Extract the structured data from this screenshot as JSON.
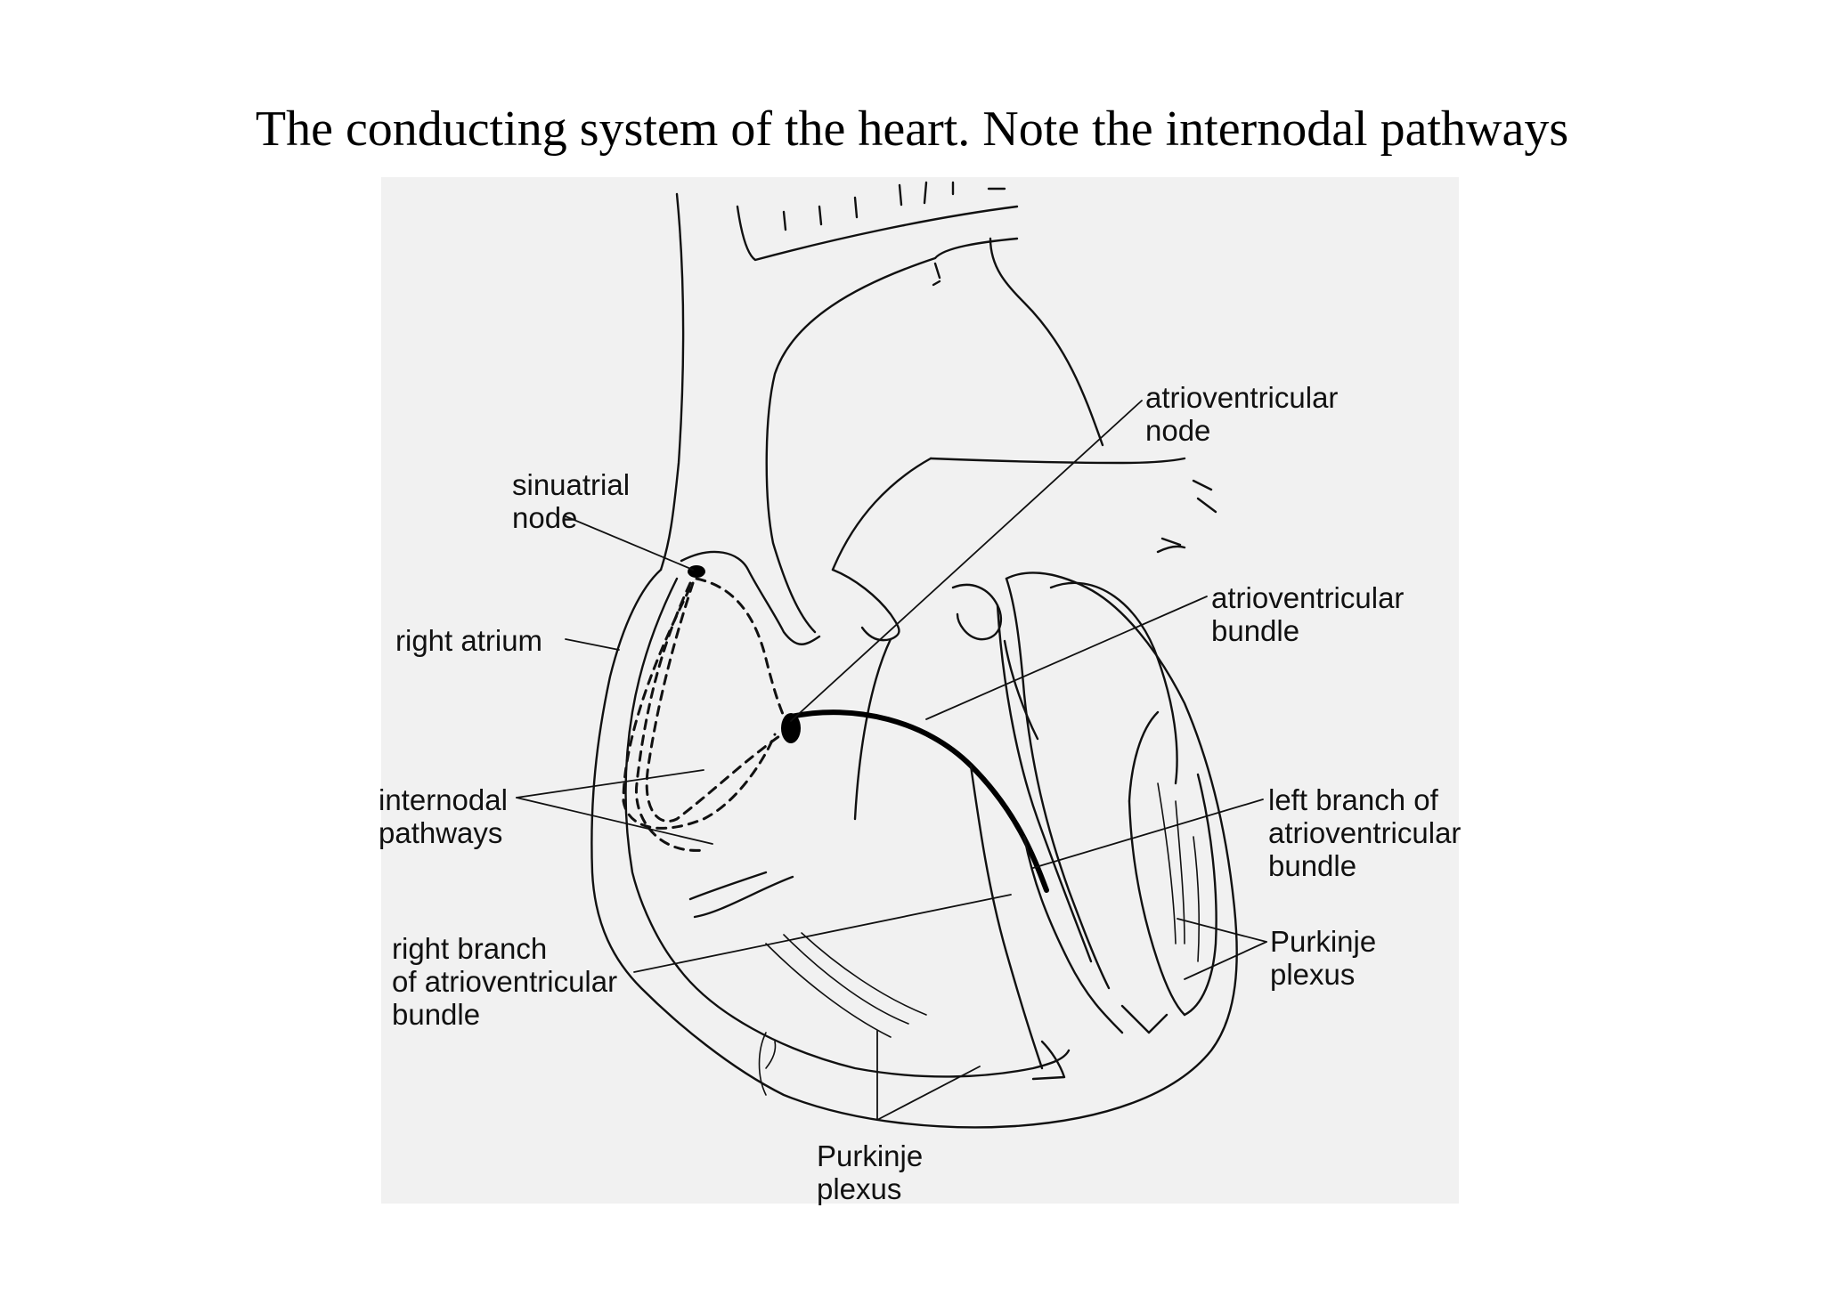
{
  "title": "The conducting system of the heart. Note the internodal pathways",
  "diagram": {
    "labels": {
      "av_node_line1": "atrioventricular",
      "av_node_line2": "node",
      "sa_node_line1": "sinuatrial",
      "sa_node_line2": "node",
      "right_atrium": "right atrium",
      "av_bundle_line1": "atrioventricular",
      "av_bundle_line2": "bundle",
      "internodal_line1": "internodal",
      "internodal_line2": "pathways",
      "left_branch_line1": "left branch of",
      "left_branch_line2": "atrioventricular",
      "left_branch_line3": "bundle",
      "right_branch_line1": "right branch",
      "right_branch_line2": "of atrioventricular",
      "right_branch_line3": "bundle",
      "purkinje_right_line1": "Purkinje",
      "purkinje_right_line2": "plexus",
      "purkinje_bottom_line1": "Purkinje",
      "purkinje_bottom_line2": "plexus"
    }
  }
}
